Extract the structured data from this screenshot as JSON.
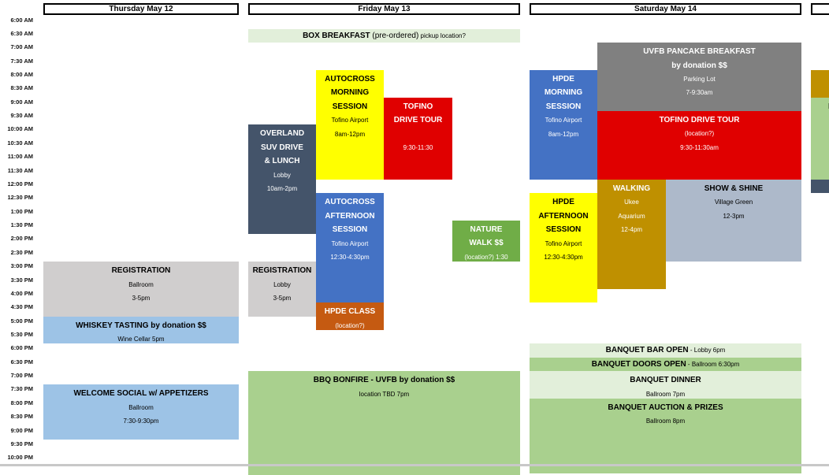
{
  "times": [
    "6:00 AM",
    "6:30 AM",
    "7:00 AM",
    "7:30 AM",
    "8:00 AM",
    "8:30 AM",
    "9:00 AM",
    "9:30 AM",
    "10:00 AM",
    "10:30 AM",
    "11:00 AM",
    "11:30 AM",
    "12:00 PM",
    "12:30 PM",
    "1:00 PM",
    "1:30 PM",
    "2:00 PM",
    "2:30 PM",
    "3:00 PM",
    "3:30 PM",
    "4:00 PM",
    "4:30 PM",
    "5:00 PM",
    "5:30 PM",
    "6:00 PM",
    "6:30 PM",
    "7:00 PM",
    "7:30 PM",
    "8:00 PM",
    "8:30 PM",
    "9:00 PM",
    "9:30 PM",
    "10:00 PM"
  ],
  "days": [
    "Thursday May 12",
    "Friday May 13",
    "Saturday May 14",
    ""
  ],
  "events": [
    {
      "name": "registration-thursday",
      "color": "#d0cece",
      "text": "#000",
      "lines": [
        "REGISTRATION",
        "Ballroom",
        "3-5pm"
      ]
    },
    {
      "name": "whiskey-tasting",
      "color": "#9dc3e6",
      "text": "#000",
      "lines": [
        "WHISKEY TASTING by donation $$",
        "Wine Cellar 5pm"
      ]
    },
    {
      "name": "welcome-social",
      "color": "#9dc3e6",
      "text": "#000",
      "lines": [
        "WELCOME SOCIAL w/ APPETIZERS",
        "Ballroom",
        "7:30-9:30pm"
      ]
    },
    {
      "name": "box-breakfast",
      "color": "#e2efda",
      "text": "#000",
      "inline": [
        "BOX BREAKFAST",
        " (pre-ordered)",
        " pickup location?"
      ]
    },
    {
      "name": "autocross-morning",
      "color": "#ffff00",
      "text": "#000",
      "lines": [
        "AUTOCROSS",
        "MORNING",
        "SESSION",
        "Tofino Airport",
        "8am-12pm"
      ]
    },
    {
      "name": "tofino-drive-tour-friday",
      "color": "#e00000",
      "text": "#fff",
      "lines": [
        "TOFINO",
        "DRIVE TOUR",
        "",
        "9:30-11:30"
      ]
    },
    {
      "name": "overland-suv-drive",
      "color": "#44546a",
      "text": "#fff",
      "lines": [
        "OVERLAND",
        "SUV DRIVE",
        "& LUNCH",
        "Lobby",
        "10am-2pm"
      ]
    },
    {
      "name": "autocross-afternoon",
      "color": "#4472c4",
      "text": "#fff",
      "lines": [
        "AUTOCROSS",
        "AFTERNOON",
        "SESSION",
        "Tofino Airport",
        "12:30-4:30pm"
      ]
    },
    {
      "name": "nature-walk",
      "color": "#70ad47",
      "text": "#fff",
      "lines": [
        "NATURE",
        "WALK $$",
        "(location?) 1:30"
      ]
    },
    {
      "name": "registration-friday",
      "color": "#d0cece",
      "text": "#000",
      "lines": [
        "REGISTRATION",
        "Lobby",
        "3-5pm"
      ]
    },
    {
      "name": "hpde-class",
      "color": "#c55a11",
      "text": "#fff",
      "lines": [
        "HPDE CLASS",
        "(location?)"
      ]
    },
    {
      "name": "bbq-bonfire",
      "color": "#a9d08e",
      "text": "#000",
      "lines": [
        "BBQ BONFIRE - UVFB by donation $$",
        "location TBD 7pm"
      ]
    },
    {
      "name": "uvfb-pancake-breakfast",
      "color": "#808080",
      "text": "#fff",
      "lines": [
        "UVFB PANCAKE BREAKFAST",
        "by donation $$",
        "Parking Lot",
        "7-9:30am"
      ]
    },
    {
      "name": "hpde-morning",
      "color": "#4472c4",
      "text": "#fff",
      "lines": [
        "HPDE",
        "MORNING",
        "SESSION",
        "Tofino Airport",
        "8am-12pm"
      ]
    },
    {
      "name": "tofino-drive-tour-saturday",
      "color": "#e00000",
      "text": "#fff",
      "lines": [
        "TOFINO DRIVE TOUR",
        "(location?)",
        "9:30-11:30am"
      ]
    },
    {
      "name": "walking",
      "color": "#bf9000",
      "text": "#fff",
      "lines": [
        "WALKING",
        "Ukee",
        "Aquarium",
        "12-4pm"
      ]
    },
    {
      "name": "show-and-shine",
      "color": "#adb9ca",
      "text": "#000",
      "lines": [
        "SHOW & SHINE",
        "Village Green",
        "12-3pm"
      ]
    },
    {
      "name": "hpde-afternoon",
      "color": "#ffff00",
      "text": "#000",
      "lines": [
        "HPDE",
        "AFTERNOON",
        "SESSION",
        "Tofino Airport",
        "12:30-4:30pm"
      ]
    },
    {
      "name": "banquet-bar-open",
      "color": "#e2efda",
      "text": "#000",
      "inline": [
        "BANQUET BAR OPEN",
        " - ",
        "Lobby 6pm"
      ]
    },
    {
      "name": "banquet-doors-open",
      "color": "#a9d08e",
      "text": "#000",
      "inline": [
        "BANQUET DOORS OPEN",
        " - ",
        "Ballroom 6:30pm"
      ]
    },
    {
      "name": "banquet-dinner",
      "color": "#e2efda",
      "text": "#000",
      "lines": [
        "BANQUET DINNER",
        "Ballroom 7pm"
      ]
    },
    {
      "name": "banquet-auction",
      "color": "#a9d08e",
      "text": "#000",
      "lines": [
        "BANQUET AUCTION & PRIZES",
        "Ballroom 8pm"
      ]
    },
    {
      "name": "sunday-gold-event",
      "color": "#bf9000",
      "text": "#000",
      "lines": [
        ""
      ]
    },
    {
      "name": "sunday-green-event",
      "color": "#a9d08e",
      "text": "#000",
      "lines": [
        "BR"
      ]
    },
    {
      "name": "sunday-dark-event",
      "color": "#44546a",
      "text": "#fff",
      "lines": [
        ""
      ]
    }
  ]
}
